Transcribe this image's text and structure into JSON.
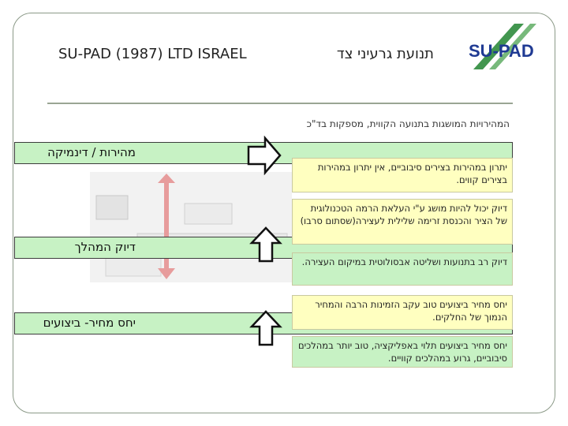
{
  "header": {
    "company": "SU-PAD (1987) LTD ISRAEL",
    "title": "תנועת גרעיני צד",
    "logo_text": "SU-PAD"
  },
  "subtitle": "המהירויות המושגות בתנועה הקווית, מספקות בד\"כ",
  "bars": {
    "speed": "מהירות / דינמיקה",
    "precision": "דיוק המהלך",
    "cost": "יחס מחיר- ביצועים"
  },
  "boxes": {
    "speed_note": "יתרון במהירות בצירים סיבוביים, אין יתרון במהירות בצירים קווים.",
    "precision_note_1": "דיוק יכול להיות מושג ע\"י העלאת הרמה הטכנולוגית של הציר והכנסת זרימה שלילית לעצירה(שסתום סרבו)",
    "precision_note_2": "דיוק רב בתנועות ושליטה אבסולוטית במיקום העצירה.",
    "cost_note_1": "יחס מחיר ביצועים טוב עקב הזמינות הרבה והמחיר הנמוך של החלקים.",
    "cost_note_2": "יחס מחיר ביצועים תלוי באפליקציה, טוב יותר במהלכים סיבוביים, גרוע במהלכים קוויים."
  },
  "icons": [
    "su-pad-logo",
    "right-arrow-icon",
    "up-arrow-icon",
    "double-arrow-icon",
    "machine-illustration"
  ],
  "colors": {
    "green": "#c7f2c4",
    "yellow": "#ffffc0",
    "logo_blue": "#1f3a93",
    "logo_green": "#2e8b3c"
  }
}
